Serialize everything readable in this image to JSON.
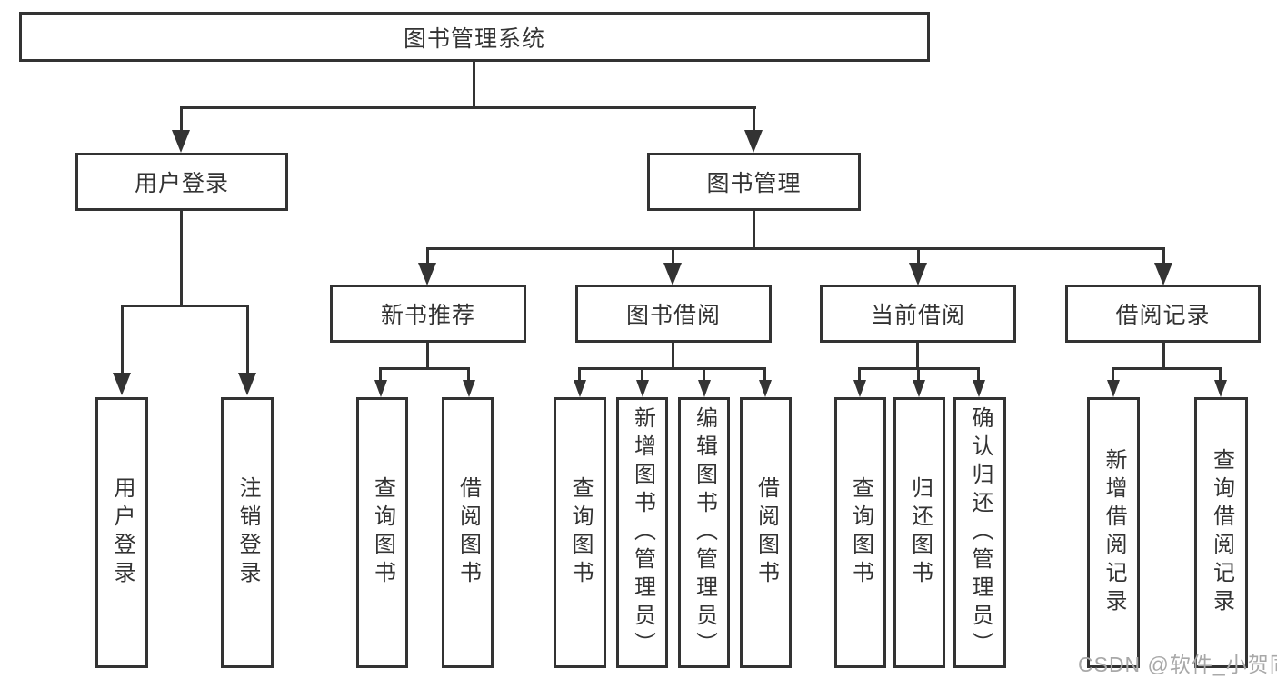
{
  "diagram_type": "hierarchy-tree",
  "tree": {
    "label": "图书管理系统",
    "children": [
      {
        "label": "用户登录",
        "children": [
          {
            "label": "用户登录"
          },
          {
            "label": "注销登录"
          }
        ]
      },
      {
        "label": "图书管理",
        "children": [
          {
            "label": "新书推荐",
            "children": [
              {
                "label": "查询图书"
              },
              {
                "label": "借阅图书"
              }
            ]
          },
          {
            "label": "图书借阅",
            "children": [
              {
                "label": "查询图书"
              },
              {
                "label": "新增图书（管理员）"
              },
              {
                "label": "编辑图书（管理员）"
              },
              {
                "label": "借阅图书"
              }
            ]
          },
          {
            "label": "当前借阅",
            "children": [
              {
                "label": "查询图书"
              },
              {
                "label": "归还图书"
              },
              {
                "label": "确认归还（管理员）"
              }
            ]
          },
          {
            "label": "借阅记录",
            "children": [
              {
                "label": "新增借阅记录"
              },
              {
                "label": "查询借阅记录"
              }
            ]
          }
        ]
      }
    ]
  },
  "watermark": {
    "text": "CSDN @软件_小贺同学"
  },
  "colors": {
    "line": "#333333",
    "text": "#333333",
    "box_background": "#ffffff",
    "watermark": "#a8a8a8",
    "background": "#ffffff"
  }
}
